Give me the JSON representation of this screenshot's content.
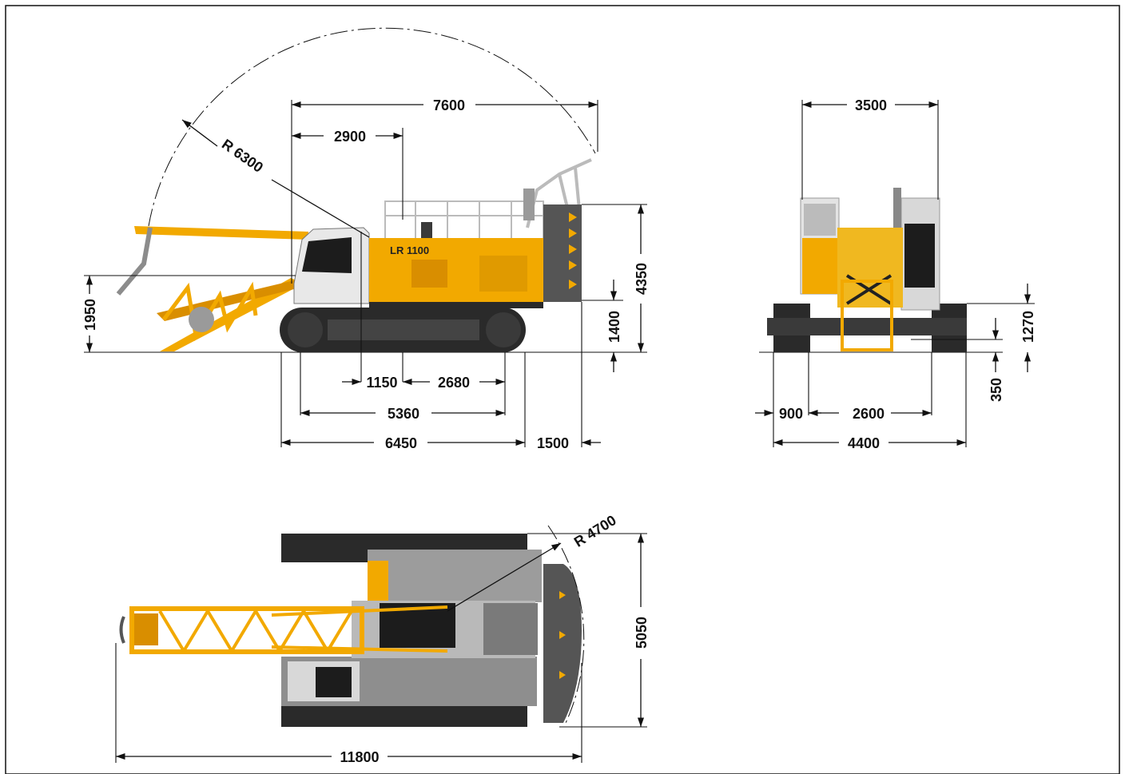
{
  "dimensions": {
    "side_view": {
      "d7600": "7600",
      "d2900": "2900",
      "radius": "R 6300",
      "d4350": "4350",
      "d1950": "1950",
      "d1400": "1400",
      "d1150": "1150",
      "d2680": "2680",
      "d5360": "5360",
      "d6450": "6450",
      "d1500": "1500",
      "model_label": "LR 1100"
    },
    "front_view": {
      "d3500": "3500",
      "d1270": "1270",
      "d350": "350",
      "d900": "900",
      "d2600": "2600",
      "d4400": "4400"
    },
    "top_view": {
      "radius": "R 4700",
      "d5050": "5050",
      "d11800": "11800"
    }
  },
  "colors": {
    "machine_yellow": "#f2a900",
    "counterweight_grey": "#555555",
    "track_black": "#2a2a2a",
    "line": "#111111"
  }
}
